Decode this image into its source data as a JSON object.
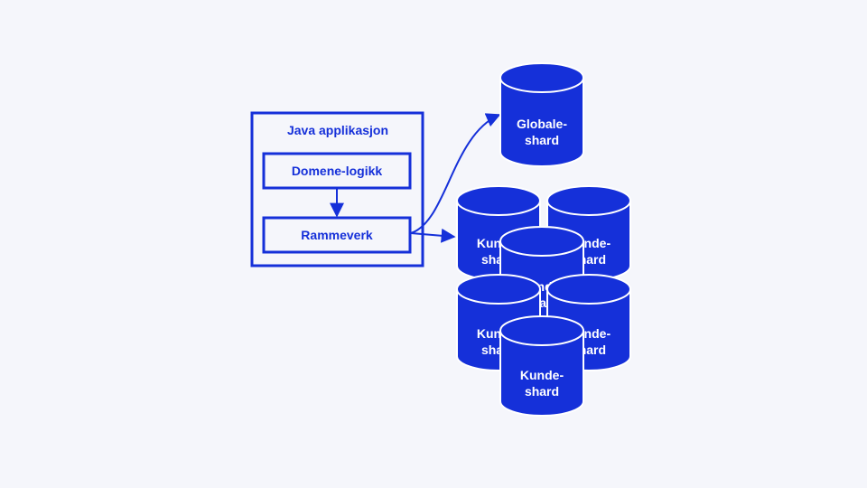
{
  "colors": {
    "background": "#f5f6fb",
    "accent": "#1530d9"
  },
  "app": {
    "title": "Java applikasjon",
    "domain_logic": "Domene-logikk",
    "framework": "Rammeverk"
  },
  "global_shard": {
    "line1": "Globale-",
    "line2": "shard"
  },
  "customer_shards": [
    {
      "line1": "Kunde-",
      "line2": "shard"
    },
    {
      "line1": "Kunde-",
      "line2": "shard"
    },
    {
      "line1": "Kunde-",
      "line2": "shard"
    },
    {
      "line1": "Kunde-",
      "line2": "shard"
    },
    {
      "line1": "Kunde-",
      "line2": "shard"
    },
    {
      "line1": "Kunde-",
      "line2": "shard"
    }
  ]
}
